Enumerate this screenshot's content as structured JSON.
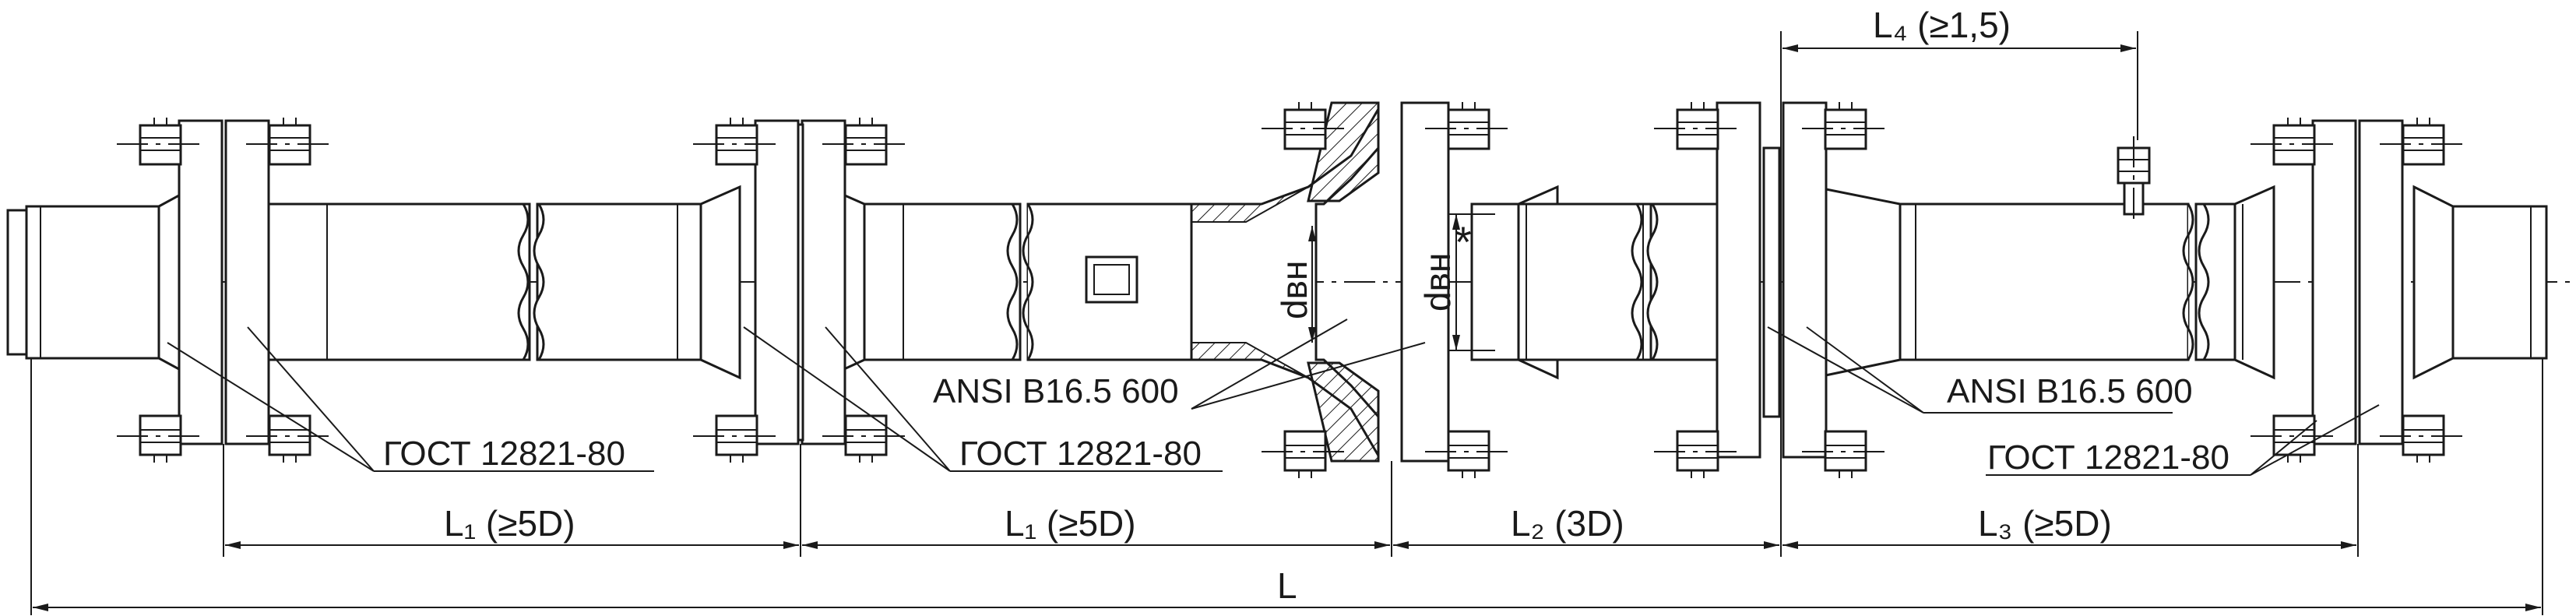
{
  "labels": {
    "gost_1": "ГОСТ 12821-80",
    "gost_2": "ГОСТ 12821-80",
    "gost_3": "ГОСТ 12821-80",
    "ansi_1": "ANSI B16.5 600",
    "ansi_2": "ANSI B16.5 600"
  },
  "dimensions": {
    "l1_a": "L₁ (≥5D)",
    "l1_b": "L₁ (≥5D)",
    "l2": "L₂ (3D)",
    "l3": "L₃ (≥5D)",
    "l4": "L₄ (≥1,5)",
    "l_total": "L"
  },
  "bore": {
    "d_left": "dвн",
    "d_right": "dвн",
    "star": "*"
  },
  "colors": {
    "line": "#1a1a1a",
    "background": "#ffffff",
    "hatch": "#1a1a1a"
  }
}
